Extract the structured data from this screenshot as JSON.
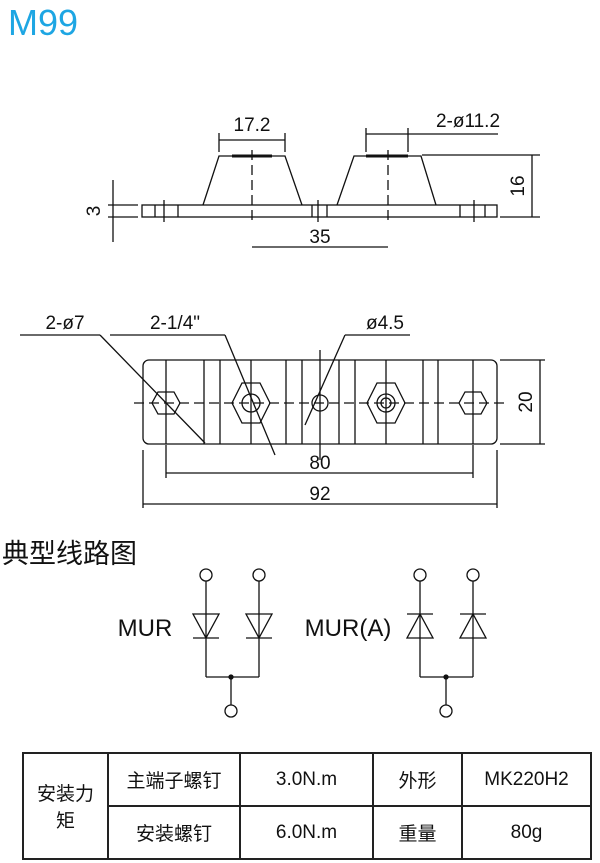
{
  "title": "M99",
  "side_view": {
    "dim_top": "17.2",
    "dim_hole": "2-ø11.2",
    "dim_height": "16",
    "dim_thickness": "3",
    "dim_pitch": "35"
  },
  "top_view": {
    "label_mount_holes": "2-ø7",
    "label_terminals": "2-1/4\"",
    "label_center_hole": "ø4.5",
    "dim_width": "20",
    "dim_hole_spacing": "80",
    "dim_length": "92"
  },
  "circuit": {
    "section_title": "典型线路图",
    "left_label": "MUR",
    "right_label": "MUR(A)"
  },
  "spec_table": {
    "torque_label": "安装力矩",
    "rows": [
      {
        "item": "主端子螺钉",
        "value": "3.0N.m",
        "prop": "外形",
        "prop_value": "MK220H2"
      },
      {
        "item": "安装螺钉",
        "value": "6.0N.m",
        "prop": "重量",
        "prop_value": "80g"
      }
    ]
  },
  "colors": {
    "title": "#1ea6e3"
  }
}
